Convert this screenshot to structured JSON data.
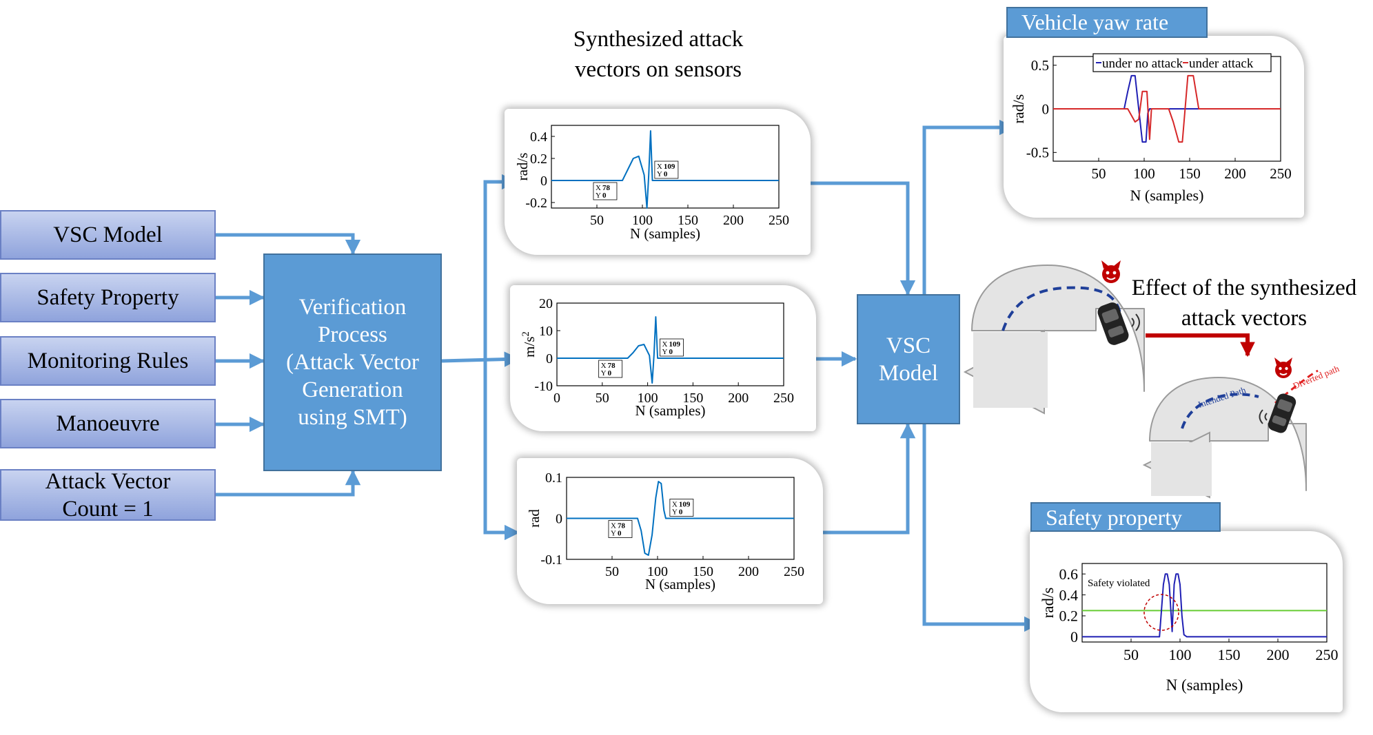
{
  "inputs": {
    "vsc_model": "VSC Model",
    "safety_property": "Safety Property",
    "monitoring_rules": "Monitoring Rules",
    "manoeuvre": "Manoeuvre",
    "attack_vector_count": [
      "Attack Vector",
      "Count = 1"
    ]
  },
  "verification": [
    "Verification",
    "Process",
    "(Attack Vector",
    "Generation",
    "using SMT)"
  ],
  "vsc_block": [
    "VSC",
    "Model"
  ],
  "sensor_heading": [
    "Synthesized attack",
    "vectors on sensors"
  ],
  "effect_heading": [
    "Effect of the synthesized",
    "attack  vectors"
  ],
  "yaw_tag": "Vehicle yaw rate",
  "safety_tag": "Safety property",
  "road": {
    "intended_label": "Intended Path",
    "diverted_label": "Diverted path"
  },
  "colors": {
    "arrow": "#5b9bd5",
    "box_blue": "#5b9bd5",
    "input_top": "#c8d3f0",
    "red_arrow": "#c00000",
    "signal": "#0070c0",
    "yaw_no_attack": "#1f1fb4",
    "yaw_attack": "#d62728",
    "threshold": "#66cc33"
  },
  "chart_data": [
    {
      "type": "line",
      "xlabel": "N (samples)",
      "ylabel": "rad/s",
      "xlim": [
        0,
        250
      ],
      "ylim": [
        -0.25,
        0.5
      ],
      "xticks": [
        50,
        100,
        150,
        200,
        250
      ],
      "yticks": [
        -0.2,
        0,
        0.2,
        0.4
      ],
      "ytick_labels": [
        "-0.2",
        "0",
        "0.2",
        "0.4"
      ],
      "series": [
        {
          "x": [
            0,
            78,
            84,
            90,
            96,
            102,
            105,
            107,
            109,
            111,
            250
          ],
          "y": [
            0,
            0,
            0.1,
            0.2,
            0.22,
            0.05,
            -0.25,
            0.05,
            0.45,
            0,
            0
          ]
        }
      ],
      "datatips": [
        {
          "x_label": "X",
          "x_value": "78",
          "y_label": "Y",
          "y_value": "0"
        },
        {
          "x_label": "X",
          "x_value": "109",
          "y_label": "Y",
          "y_value": "0"
        }
      ]
    },
    {
      "type": "line",
      "xlabel": "N (samples)",
      "ylabel": "m/s",
      "ylabel_exponent": "2",
      "xlim": [
        0,
        250
      ],
      "ylim": [
        -10,
        20
      ],
      "xticks": [
        0,
        50,
        100,
        150,
        200,
        250
      ],
      "yticks": [
        -10,
        0,
        10,
        20
      ],
      "ytick_labels": [
        "-10",
        "0",
        "10",
        "20"
      ],
      "series": [
        {
          "x": [
            0,
            78,
            84,
            90,
            96,
            102,
            105,
            107,
            109,
            111,
            250
          ],
          "y": [
            0,
            0,
            2,
            4.5,
            5,
            1,
            -9,
            1,
            15,
            0,
            0
          ]
        }
      ],
      "datatips": [
        {
          "x_label": "X",
          "x_value": "78",
          "y_label": "Y",
          "y_value": "0"
        },
        {
          "x_label": "X",
          "x_value": "109",
          "y_label": "Y",
          "y_value": "0"
        }
      ]
    },
    {
      "type": "line",
      "xlabel": "N (samples)",
      "ylabel": "rad",
      "xlim": [
        0,
        250
      ],
      "ylim": [
        -0.1,
        0.1
      ],
      "xticks": [
        50,
        100,
        150,
        200,
        250
      ],
      "yticks": [
        -0.1,
        0,
        0.1
      ],
      "ytick_labels": [
        "-0.1",
        "0",
        "0.1"
      ],
      "series": [
        {
          "x": [
            0,
            78,
            82,
            86,
            90,
            94,
            98,
            101,
            104,
            107,
            109,
            250
          ],
          "y": [
            0,
            0,
            -0.03,
            -0.085,
            -0.09,
            -0.04,
            0.05,
            0.09,
            0.085,
            0.02,
            0,
            0
          ]
        }
      ],
      "datatips": [
        {
          "x_label": "X",
          "x_value": "78",
          "y_label": "Y",
          "y_value": "0"
        },
        {
          "x_label": "X",
          "x_value": "109",
          "y_label": "Y",
          "y_value": "0"
        }
      ]
    },
    {
      "type": "line",
      "xlabel": "N (samples)",
      "ylabel": "rad/s",
      "xlim": [
        0,
        250
      ],
      "ylim": [
        -0.6,
        0.6
      ],
      "xticks": [
        50,
        100,
        150,
        200,
        250
      ],
      "yticks": [
        -0.5,
        0,
        0.5
      ],
      "ytick_labels": [
        "-0.5",
        "0",
        "0.5"
      ],
      "legend": {
        "position": "top-right",
        "entries": [
          "under no attack",
          "under attack"
        ]
      },
      "series": [
        {
          "name": "under no attack",
          "x": [
            0,
            78,
            82,
            86,
            90,
            94,
            98,
            102,
            104,
            106,
            250
          ],
          "y": [
            0,
            0,
            0.2,
            0.38,
            0.38,
            0,
            -0.38,
            -0.38,
            -0.05,
            0,
            0
          ]
        },
        {
          "name": "under attack",
          "x": [
            0,
            82,
            90,
            94,
            98,
            103,
            106,
            108,
            127,
            132,
            138,
            142,
            148,
            154,
            160,
            250
          ],
          "y": [
            0,
            0,
            -0.15,
            -0.12,
            0.2,
            0.2,
            -0.35,
            0,
            0,
            -0.15,
            -0.38,
            -0.38,
            0.38,
            0.38,
            0,
            0
          ]
        }
      ]
    },
    {
      "type": "line",
      "xlabel": "N (samples)",
      "ylabel": "rad/s",
      "xlim": [
        0,
        250
      ],
      "ylim": [
        -0.05,
        0.7
      ],
      "xticks": [
        50,
        100,
        150,
        200,
        250
      ],
      "yticks": [
        0,
        0.2,
        0.4,
        0.6
      ],
      "ytick_labels": [
        "0",
        "0.2",
        "0.4",
        "0.6"
      ],
      "annotation": "Safety violated",
      "series": [
        {
          "name": "threshold",
          "x": [
            0,
            250
          ],
          "y": [
            0.25,
            0.25
          ]
        },
        {
          "name": "yaw rate",
          "x": [
            0,
            79,
            83,
            85,
            87,
            89,
            92,
            94,
            96,
            98,
            100,
            102,
            104,
            107,
            250
          ],
          "y": [
            0,
            0,
            0.5,
            0.6,
            0.6,
            0.5,
            0.05,
            0.5,
            0.6,
            0.6,
            0.5,
            0.2,
            0.02,
            0,
            0
          ]
        }
      ]
    }
  ]
}
